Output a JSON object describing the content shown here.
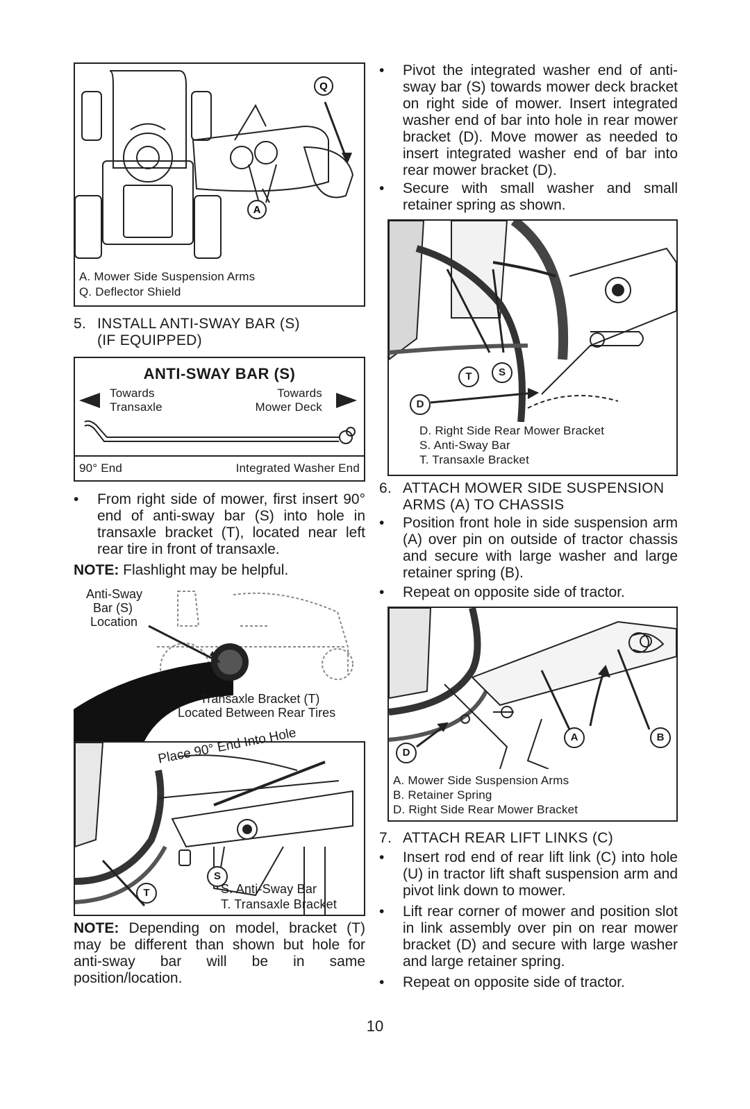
{
  "left": {
    "fig1": {
      "captions": [
        "A.  Mower Side Suspension Arms",
        "Q.  Deflector Shield"
      ],
      "callouts": [
        "Q",
        "A"
      ]
    },
    "step5": {
      "number": "5.",
      "line1": "INSTALL ANTI-SWAY BAR (S)",
      "line2": "(IF EQUIPPED)"
    },
    "antisway_box": {
      "title": "ANTI-SWAY BAR (S)",
      "left_dir_1": "Towards",
      "left_dir_2": "Transaxle",
      "right_dir_1": "Towards",
      "right_dir_2": "Mower Deck",
      "left_end": "90° End",
      "right_end": "Integrated Washer End"
    },
    "bullet1": "From right side of mower, first insert 90° end of anti-sway bar (S) into hole in transaxle bracket (T), located near left rear tire in front of transaxle.",
    "note1_label": "NOTE:",
    "note1_text": " Flashlight may be helpful.",
    "fig2": {
      "loc_label_1": "Anti-Sway",
      "loc_label_2": "Bar (S)",
      "loc_label_3": "Location",
      "bracket_1": "Transaxle Bracket (T)",
      "bracket_2": "Located Between Rear Tires",
      "insert_text": "Place 90° End Into Hole",
      "callouts": [
        "S",
        "T"
      ],
      "legend": [
        "S.  Anti-Sway Bar",
        "T.  Transaxle Bracket"
      ]
    },
    "note2_label": "NOTE:",
    "note2_text": " Depending on model, bracket (T) may be different than shown but hole for anti-sway bar will be in same position/location."
  },
  "right": {
    "bullet_a": "Pivot the integrated washer end of anti-sway bar (S) towards mower deck bracket on right side of mower. Insert integrated washer end of bar into hole in rear mower bracket (D). Move mower as needed to insert integrated washer end of bar into rear mower bracket (D).",
    "bullet_b": "Secure with small washer and small retainer spring as shown.",
    "fig3": {
      "callouts": [
        "T",
        "S",
        "D"
      ],
      "legend": [
        "D.  Right Side Rear Mower Bracket",
        "S.  Anti-Sway Bar",
        "T.  Transaxle Bracket"
      ]
    },
    "step6": {
      "number": "6.",
      "line1": "ATTACH MOWER SIDE SUSPENSION",
      "line2": "ARMS (A) TO CHASSIS"
    },
    "bullet_c": "Position front hole in side suspension arm (A) over pin on outside of tractor chassis and secure with large washer and large retainer spring (B).",
    "bullet_d": "Repeat on opposite side of tractor.",
    "fig4": {
      "callouts": [
        "A",
        "B",
        "D"
      ],
      "legend": [
        "A.  Mower Side Suspension Arms",
        "B.  Retainer Spring",
        "D.  Right Side Rear Mower Bracket"
      ]
    },
    "step7": {
      "number": "7.",
      "line1": "ATTACH REAR LIFT LINKS (C)"
    },
    "bullet_e": "Insert rod end of rear lift link (C) into hole (U) in tractor lift shaft suspension arm and pivot link down to mower.",
    "bullet_f": "Lift rear corner of mower and position slot in link assembly over pin on rear mower bracket (D) and secure with large washer and large retainer spring.",
    "bullet_g": "Repeat on opposite side of tractor."
  },
  "page_number": "10",
  "bullet_char": "•"
}
